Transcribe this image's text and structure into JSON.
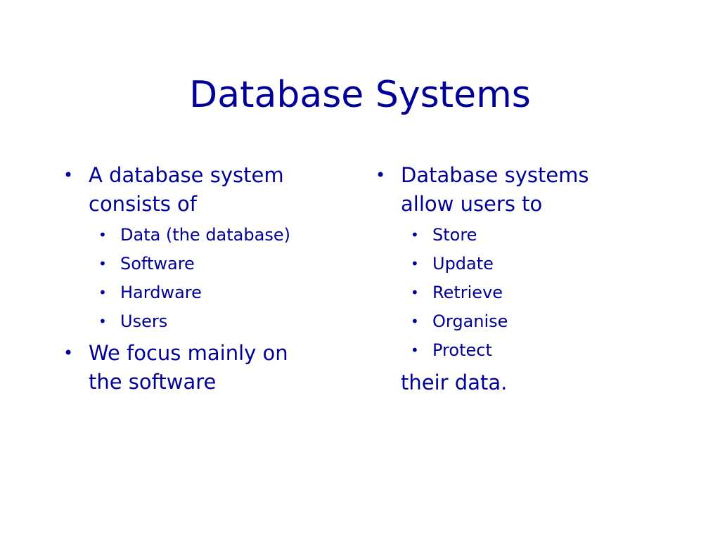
{
  "slide": {
    "title": "Database Systems",
    "bullet_glyph": "•",
    "left": {
      "item1_line1": "A database system",
      "item1_line2": "consists of",
      "sub_items": [
        "Data (the database)",
        "Software",
        "Hardware",
        "Users"
      ],
      "item2_line1": "We focus mainly on",
      "item2_line2": "the software"
    },
    "right": {
      "item1_line1": "Database systems",
      "item1_line2": "allow users to",
      "sub_items": [
        "Store",
        "Update",
        "Retrieve",
        "Organise",
        "Protect"
      ],
      "continuation": "their data."
    },
    "colors": {
      "text": "#000099",
      "background": "#ffffff"
    }
  }
}
